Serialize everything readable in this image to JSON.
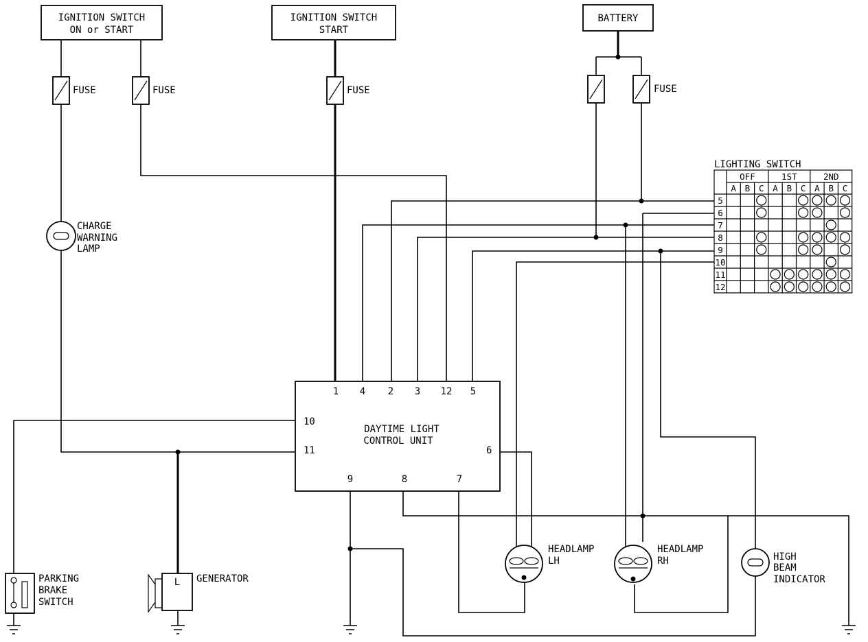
{
  "labels": {
    "ign_on_start_1": "IGNITION SWITCH",
    "ign_on_start_2": "ON or START",
    "ign_start_1": "IGNITION SWITCH",
    "ign_start_2": "START",
    "battery": "BATTERY",
    "fuse": "FUSE",
    "charge_1": "CHARGE",
    "charge_2": "WARNING",
    "charge_3": "LAMP",
    "unit_1": "DAYTIME LIGHT",
    "unit_2": "CONTROL UNIT",
    "headlamp_lh_1": "HEADLAMP",
    "headlamp_lh_2": "LH",
    "headlamp_rh_1": "HEADLAMP",
    "headlamp_rh_2": "RH",
    "hb_1": "HIGH",
    "hb_2": "BEAM",
    "hb_3": "INDICATOR",
    "parking_1": "PARKING",
    "parking_2": "BRAKE",
    "parking_3": "SWITCH",
    "generator": "GENERATOR",
    "generator_terminal": "L"
  },
  "unit_pins": {
    "top": [
      "1",
      "4",
      "2",
      "3",
      "12",
      "5"
    ],
    "left": [
      "10",
      "11"
    ],
    "right": [
      "6"
    ],
    "bottom": [
      "9",
      "8",
      "7"
    ]
  },
  "lighting_switch": {
    "title": "LIGHTING SWITCH",
    "groups": [
      "OFF",
      "1ST",
      "2ND"
    ],
    "cols": [
      "A",
      "B",
      "C",
      "A",
      "B",
      "C",
      "A",
      "B",
      "C"
    ],
    "rows": [
      {
        "label": "5",
        "cells": [
          0,
          0,
          1,
          0,
          0,
          1,
          1,
          1,
          1
        ]
      },
      {
        "label": "6",
        "cells": [
          0,
          0,
          1,
          0,
          0,
          1,
          1,
          0,
          1
        ]
      },
      {
        "label": "7",
        "cells": [
          0,
          0,
          0,
          0,
          0,
          0,
          0,
          1,
          0
        ]
      },
      {
        "label": "8",
        "cells": [
          0,
          0,
          1,
          0,
          0,
          1,
          1,
          1,
          1
        ]
      },
      {
        "label": "9",
        "cells": [
          0,
          0,
          1,
          0,
          0,
          1,
          1,
          0,
          1
        ]
      },
      {
        "label": "10",
        "cells": [
          0,
          0,
          0,
          0,
          0,
          0,
          0,
          1,
          0
        ]
      },
      {
        "label": "11",
        "cells": [
          0,
          0,
          0,
          1,
          1,
          1,
          1,
          1,
          1
        ]
      },
      {
        "label": "12",
        "cells": [
          0,
          0,
          0,
          1,
          1,
          1,
          1,
          1,
          1
        ]
      }
    ]
  }
}
